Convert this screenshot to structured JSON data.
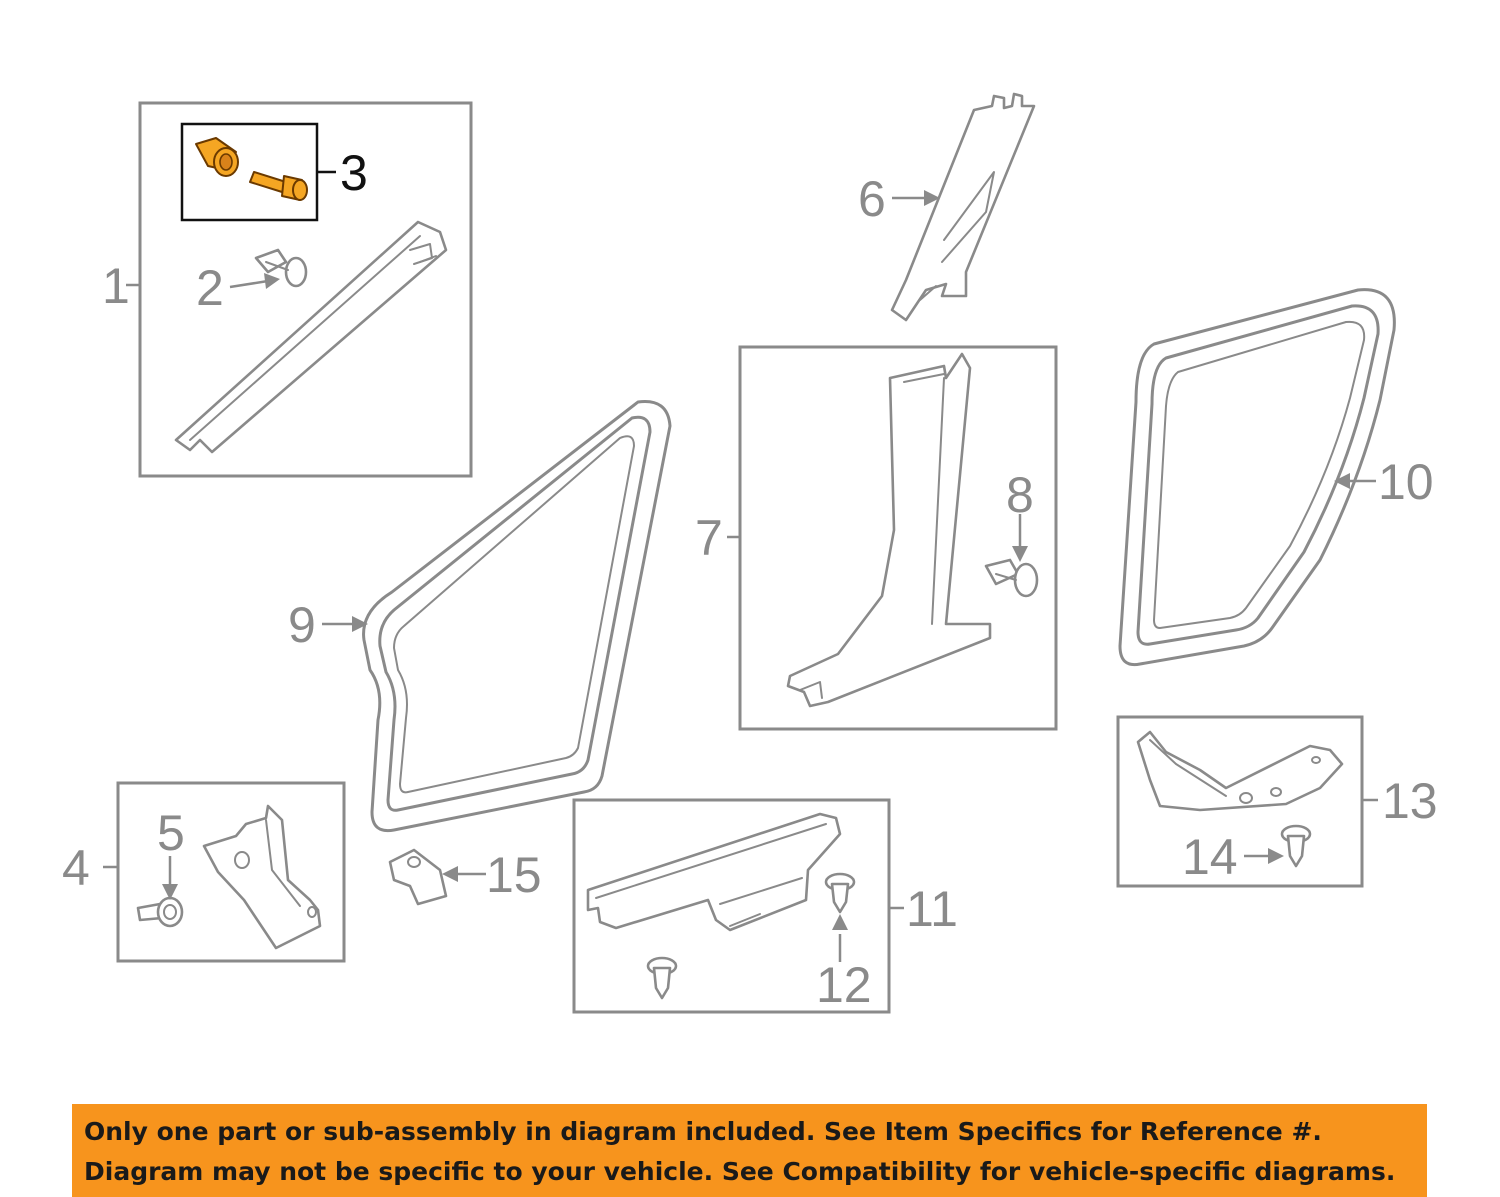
{
  "callouts": {
    "c1": "1",
    "c2": "2",
    "c3": "3",
    "c4": "4",
    "c5": "5",
    "c6": "6",
    "c7": "7",
    "c8": "8",
    "c9": "9",
    "c10": "10",
    "c11": "11",
    "c12": "12",
    "c13": "13",
    "c14": "14",
    "c15": "15"
  },
  "highlight": {
    "callout": "3",
    "fill_color": "#f5a623",
    "outline_color": "#111111"
  },
  "colors": {
    "linework": "#8a8a8a",
    "notice_background": "#f7941d",
    "notice_text": "#1a1a1a"
  },
  "notice": {
    "line1": "Only one part or sub-assembly in diagram included. See Item Specifics for Reference #.",
    "line2": "Diagram may not be specific to your vehicle. See Compatibility for vehicle-specific diagrams."
  }
}
